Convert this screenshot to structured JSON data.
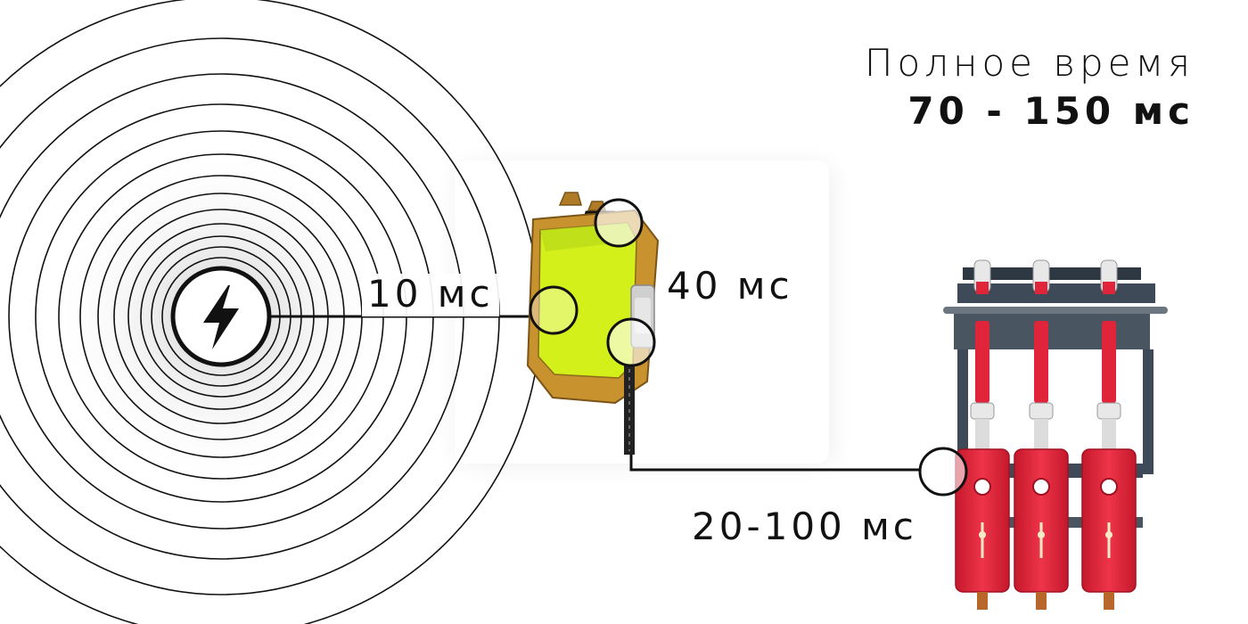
{
  "total": {
    "label": "Полное время",
    "value": "70 - 150 мс"
  },
  "stages": {
    "fault_to_relay": "10 мс",
    "relay_operation": "40 мс",
    "breaker_operation": "20-100 мс"
  },
  "icons": {
    "source": "lightning-bolt-icon",
    "relay": "relay-device-icon",
    "breaker": "circuit-breaker-icon"
  },
  "colors": {
    "line": "#111111",
    "relay_housing": "#c8922e",
    "relay_body": "#d4f01a",
    "breaker_red": "#e0243a",
    "breaker_steel": "#3e4a57"
  }
}
